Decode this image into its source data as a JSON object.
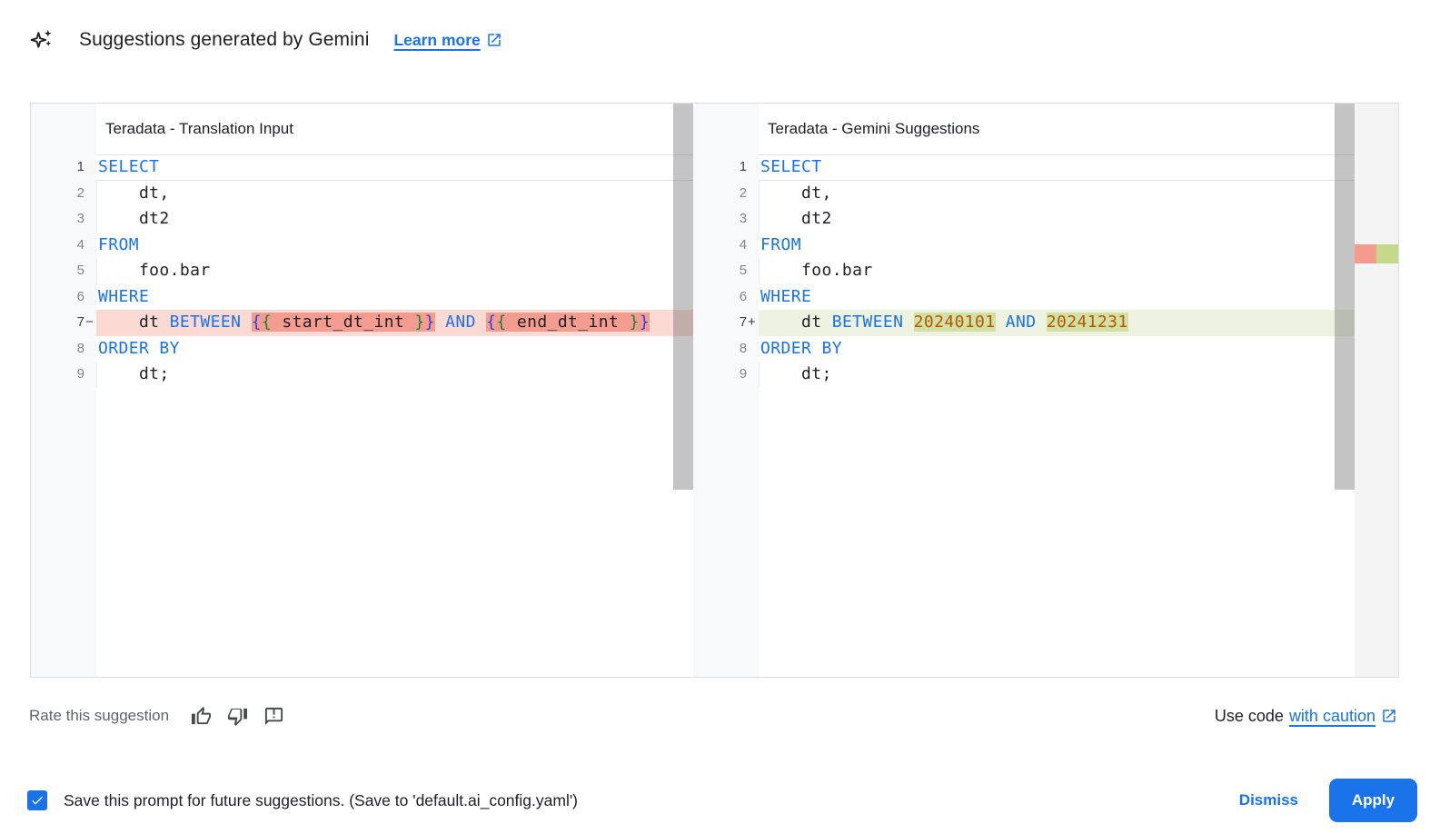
{
  "page": {
    "header": {
      "icon": "gemini-sparkle-icon",
      "title": "Suggestions generated by Gemini",
      "learn_more_label": "Learn more"
    },
    "footer": {
      "rate_label": "Rate this suggestion",
      "rating_icons": [
        "thumb-up-icon",
        "thumb-down-icon",
        "send-feedback-icon"
      ],
      "use_code_label": "Use code",
      "caution_link_label": "with caution"
    },
    "bottom_bar": {
      "save_checkbox_checked": true,
      "save_label": "Save this prompt for future suggestions. (Save to 'default.ai_config.yaml')",
      "dismiss_label": "Dismiss",
      "apply_label": "Apply"
    }
  },
  "panels": [
    {
      "title": "Teradata - Translation Input",
      "lines": [
        {
          "num": "1",
          "marker": "",
          "state": "current",
          "segs": [
            {
              "t": "SELECT",
              "c": "kw"
            }
          ]
        },
        {
          "num": "2",
          "marker": "",
          "guide": true,
          "segs": [
            {
              "t": "    dt,",
              "c": "pl"
            }
          ]
        },
        {
          "num": "3",
          "marker": "",
          "guide": true,
          "segs": [
            {
              "t": "    dt2",
              "c": "pl"
            }
          ]
        },
        {
          "num": "4",
          "marker": "",
          "segs": [
            {
              "t": "FROM",
              "c": "kw"
            }
          ]
        },
        {
          "num": "5",
          "marker": "",
          "guide": true,
          "segs": [
            {
              "t": "    foo.bar",
              "c": "pl"
            }
          ]
        },
        {
          "num": "6",
          "marker": "",
          "segs": [
            {
              "t": "WHERE",
              "c": "kw"
            }
          ]
        },
        {
          "num": "7",
          "marker": "−",
          "state": "removed",
          "segs": [
            {
              "t": "    dt ",
              "c": "pl"
            },
            {
              "t": "BETWEEN",
              "c": "kw"
            },
            {
              "t": " ",
              "c": "pl"
            },
            {
              "t": "{",
              "c": "bb",
              "hl": true
            },
            {
              "t": "{",
              "c": "bg2",
              "hl": true
            },
            {
              "t": " start_dt_int ",
              "c": "pl",
              "hl": true
            },
            {
              "t": "}",
              "c": "bg2",
              "hl": true
            },
            {
              "t": "}",
              "c": "bb",
              "hl": true
            },
            {
              "t": " ",
              "c": "pl"
            },
            {
              "t": "AND",
              "c": "kw"
            },
            {
              "t": " ",
              "c": "pl"
            },
            {
              "t": "{",
              "c": "bb",
              "hl": true
            },
            {
              "t": "{",
              "c": "bg2",
              "hl": true
            },
            {
              "t": " end_dt_int ",
              "c": "pl",
              "hl": true
            },
            {
              "t": "}",
              "c": "bg2",
              "hl": true
            },
            {
              "t": "}",
              "c": "bb",
              "hl": true
            }
          ]
        },
        {
          "num": "8",
          "marker": "",
          "segs": [
            {
              "t": "ORDER BY",
              "c": "kw"
            }
          ]
        },
        {
          "num": "9",
          "marker": "",
          "guide": true,
          "segs": [
            {
              "t": "    dt;",
              "c": "pl"
            }
          ]
        }
      ]
    },
    {
      "title": "Teradata - Gemini Suggestions",
      "lines": [
        {
          "num": "1",
          "marker": "",
          "state": "current",
          "segs": [
            {
              "t": "SELECT",
              "c": "kw"
            }
          ]
        },
        {
          "num": "2",
          "marker": "",
          "guide": true,
          "segs": [
            {
              "t": "    dt,",
              "c": "pl"
            }
          ]
        },
        {
          "num": "3",
          "marker": "",
          "guide": true,
          "segs": [
            {
              "t": "    dt2",
              "c": "pl"
            }
          ]
        },
        {
          "num": "4",
          "marker": "",
          "segs": [
            {
              "t": "FROM",
              "c": "kw"
            }
          ]
        },
        {
          "num": "5",
          "marker": "",
          "guide": true,
          "segs": [
            {
              "t": "    foo.bar",
              "c": "pl"
            }
          ]
        },
        {
          "num": "6",
          "marker": "",
          "segs": [
            {
              "t": "WHERE",
              "c": "kw"
            }
          ]
        },
        {
          "num": "7",
          "marker": "+",
          "state": "added",
          "segs": [
            {
              "t": "    dt ",
              "c": "pl"
            },
            {
              "t": "BETWEEN",
              "c": "kw"
            },
            {
              "t": " ",
              "c": "pl"
            },
            {
              "t": "20240101",
              "c": "nm",
              "hl": true
            },
            {
              "t": " ",
              "c": "pl"
            },
            {
              "t": "AND",
              "c": "kw"
            },
            {
              "t": " ",
              "c": "pl"
            },
            {
              "t": "20241231",
              "c": "nm",
              "hl": true
            }
          ]
        },
        {
          "num": "8",
          "marker": "",
          "segs": [
            {
              "t": "ORDER BY",
              "c": "kw"
            }
          ]
        },
        {
          "num": "9",
          "marker": "",
          "guide": true,
          "segs": [
            {
              "t": "    dt;",
              "c": "pl"
            }
          ]
        }
      ]
    }
  ],
  "colors": {
    "accent_blue": "#1a73e8",
    "keyword_blue": "#1a73e8",
    "number_literal": "#b05a00",
    "bracket_outer": "#2b3fe0",
    "bracket_inner": "#188038",
    "removed_line_bg": "#fcdad4",
    "removed_token_bg": "#f59c90",
    "added_line_bg": "#eef2e0",
    "added_token_bg": "#d3dfa5",
    "ruler_removed": "#f79a8e",
    "ruler_added": "#c5d98b",
    "gutter_bg": "#f8f9fa",
    "border": "#dadce0",
    "muted_text": "#5f6368"
  }
}
